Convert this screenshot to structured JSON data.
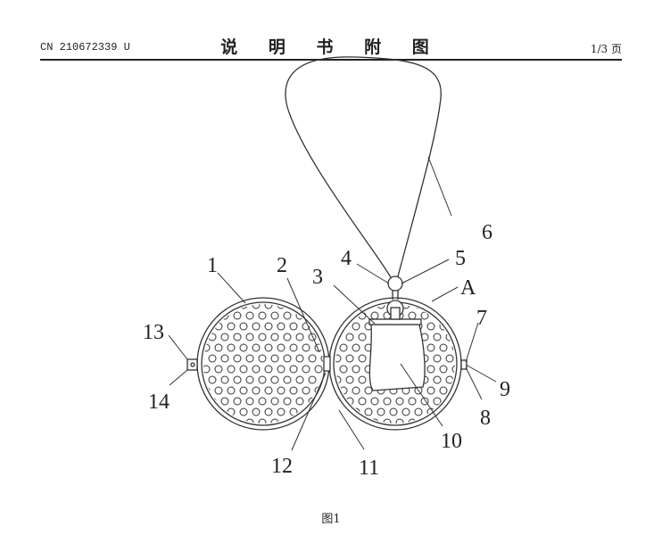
{
  "header": {
    "publication_number": "CN 210672339 U",
    "title": "说 明 书 附 图",
    "page": "1/3 页"
  },
  "figure": {
    "labels": [
      "1",
      "2",
      "3",
      "4",
      "5",
      "6",
      "A",
      "7",
      "8",
      "9",
      "10",
      "11",
      "12",
      "13",
      "14"
    ],
    "caption": "图1"
  }
}
